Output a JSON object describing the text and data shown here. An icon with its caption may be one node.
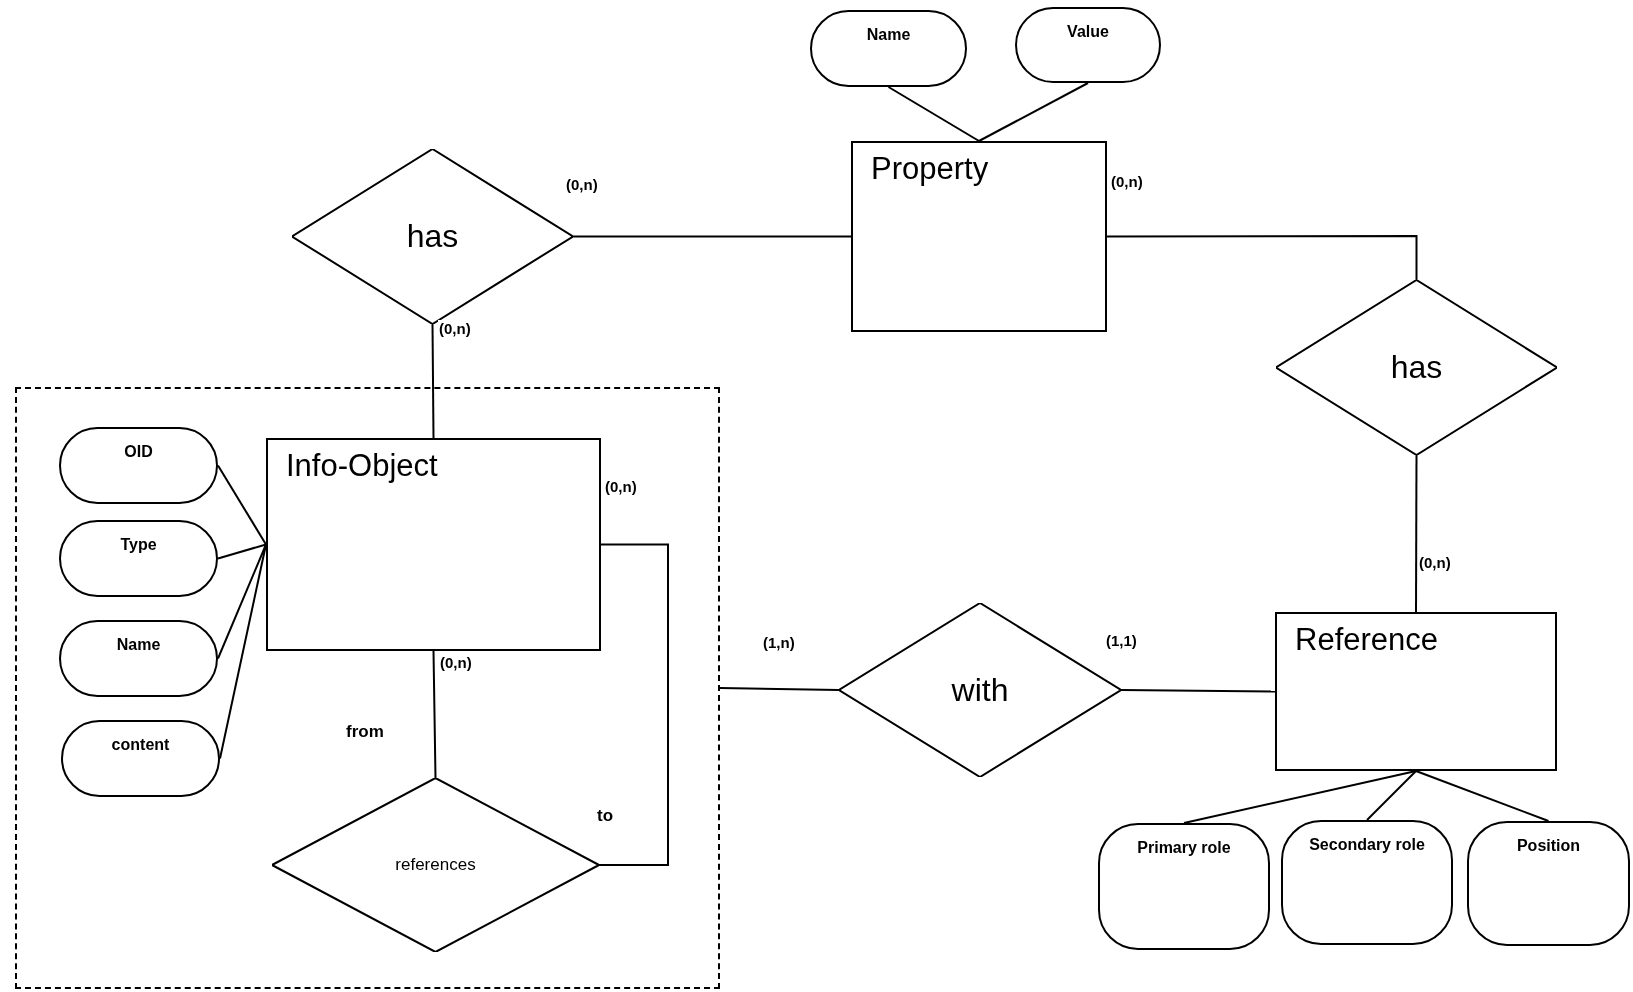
{
  "diagram": {
    "nodes": [
      {
        "text": [
          "Name"
        ]
      },
      {
        "text": [
          "Value"
        ]
      },
      {
        "text": [
          "has"
        ]
      },
      {
        "text": [
          "Property"
        ]
      },
      {
        "text": [
          "has"
        ]
      },
      {
        "text": [],
        "shape": "box"
      },
      {
        "text": [
          "OID"
        ],
        "in": 5
      },
      {
        "text": [
          "Type"
        ],
        "in": 5
      },
      {
        "text": [
          "Name"
        ],
        "in": 5
      },
      {
        "text": [
          "content"
        ],
        "in": 5
      },
      {
        "text": [
          "Info-Object"
        ],
        "in": 5
      },
      {
        "text": [
          "references"
        ],
        "in": 5
      },
      {
        "text": [
          "with"
        ]
      },
      {
        "text": [
          "Reference"
        ]
      },
      {
        "text": [
          "Primary role"
        ]
      },
      {
        "text": [
          "Secondary role"
        ]
      },
      {
        "text": [
          "Position"
        ]
      }
    ],
    "edges": [
      {
        "from": 0,
        "to": 3,
        "arrow": "none"
      },
      {
        "from": 1,
        "to": 3,
        "arrow": "none"
      },
      {
        "from": 2,
        "to": 3,
        "arrow": "none",
        "label": "(0,n)"
      },
      {
        "from": 3,
        "to": 4,
        "arrow": "none",
        "label": "(0,n)"
      },
      {
        "from": 2,
        "to": 10,
        "arrow": "none",
        "label": "(0,n)"
      },
      {
        "from": 6,
        "to": 10,
        "arrow": "none"
      },
      {
        "from": 7,
        "to": 10,
        "arrow": "none"
      },
      {
        "from": 8,
        "to": 10,
        "arrow": "none"
      },
      {
        "from": 9,
        "to": 10,
        "arrow": "none"
      },
      {
        "from": 10,
        "to": 11,
        "arrow": "none",
        "label": "(0,n)"
      },
      {
        "from": 10,
        "to": 11,
        "arrow": "none",
        "label": "(0,n)"
      },
      {
        "from": 5,
        "to": 12,
        "arrow": "none",
        "label": "(1,n)"
      },
      {
        "from": 12,
        "to": 13,
        "arrow": "none",
        "label": "(1,1)"
      },
      {
        "from": 4,
        "to": 13,
        "arrow": "none",
        "label": "(0,n)"
      },
      {
        "from": 13,
        "to": 14,
        "arrow": "none"
      },
      {
        "from": 13,
        "to": 15,
        "arrow": "none"
      },
      {
        "from": 13,
        "to": 16,
        "arrow": "none"
      }
    ],
    "labels": [
      "from",
      "to"
    ]
  }
}
